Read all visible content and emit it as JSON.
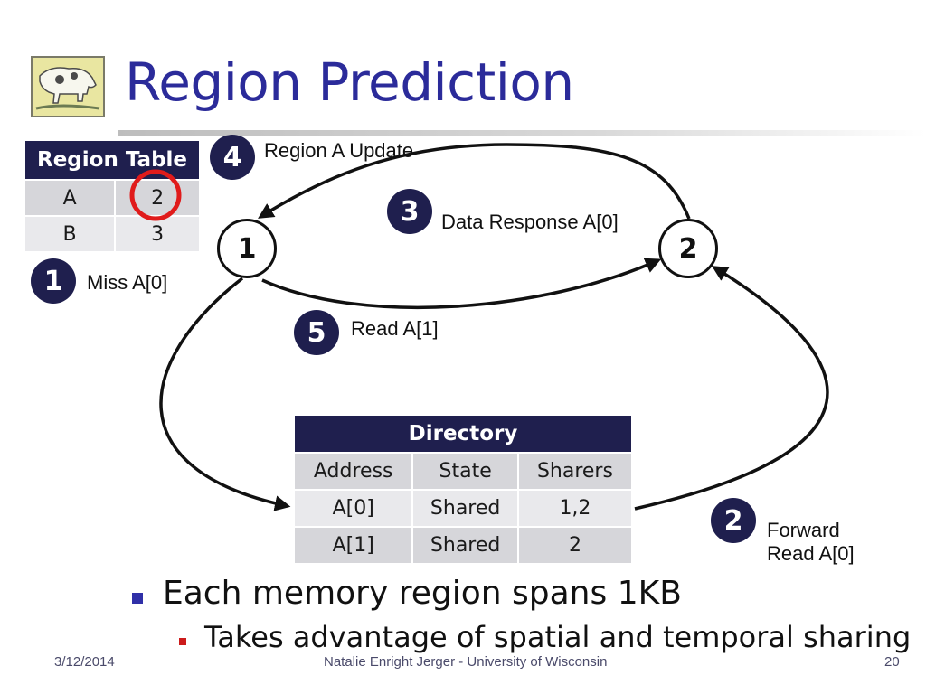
{
  "slide": {
    "title": "Region Prediction",
    "date": "3/12/2014",
    "author": "Natalie Enright Jerger - University of Wisconsin",
    "page_number": "20"
  },
  "colors": {
    "title": "#2b2b9a",
    "table_header": "#1f1f4e",
    "highlight_circle": "#e01b1b",
    "bullet_primary": "#3030a8",
    "bullet_secondary": "#cc1b1b"
  },
  "region_table": {
    "header": "Region Table",
    "rows": [
      [
        "A",
        "2"
      ],
      [
        "B",
        "3"
      ]
    ]
  },
  "directory": {
    "header": "Directory",
    "columns": [
      "Address",
      "State",
      "Sharers"
    ],
    "rows": [
      [
        "A[0]",
        "Shared",
        "1,2"
      ],
      [
        "A[1]",
        "Shared",
        "2"
      ]
    ]
  },
  "nodes": {
    "n1": "1",
    "n2": "2"
  },
  "steps": {
    "s1": {
      "number": "1",
      "label": "Miss A[0]"
    },
    "s2": {
      "number": "2",
      "label_line1": "Forward",
      "label_line2": "Read A[0]"
    },
    "s3": {
      "number": "3",
      "label": "Data Response A[0]"
    },
    "s4": {
      "number": "4",
      "label": "Region A Update"
    },
    "s5": {
      "number": "5",
      "label": "Read A[1]"
    }
  },
  "bullets": {
    "primary": "Each memory region spans 1KB",
    "secondary": "Takes advantage of spatial and temporal sharing"
  }
}
